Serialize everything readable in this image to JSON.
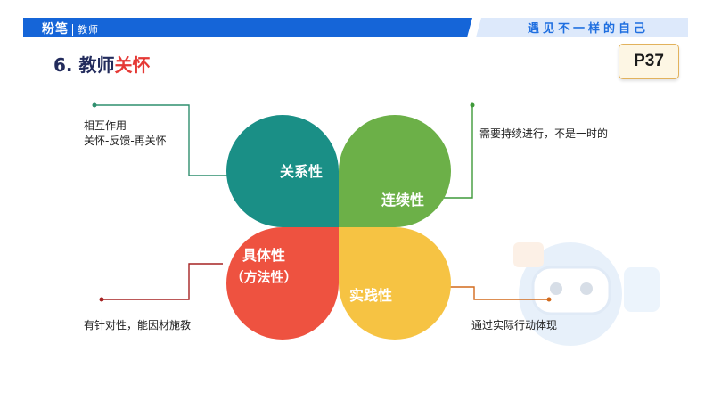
{
  "header": {
    "logo": "粉笔",
    "logo_sub": "教师",
    "slogan": "遇见不一样的自己"
  },
  "title": {
    "prefix": "6. 教师",
    "highlight": "关怀"
  },
  "page_label": "P37",
  "petals": {
    "guanxi": "关系性",
    "lianxu": "连续性",
    "juti_line1": "具体性",
    "juti_line2": "（方法性）",
    "shijian": "实践性"
  },
  "notes": {
    "top_left_line1": "相互作用",
    "top_left_line2": "关怀-反馈-再关怀",
    "top_right": "需要持续进行，不是一时的",
    "bottom_left": "有针对性，能因材施教",
    "bottom_right": "通过实际行动体现"
  },
  "colors": {
    "bar_blue": "#1565d8",
    "teal": "#1a8f86",
    "green": "#6cb048",
    "red": "#ee5240",
    "yellow": "#f6c343",
    "connector_teal": "#2f8f6e",
    "connector_green": "#3f9a3a",
    "connector_red": "#a52222",
    "connector_orange": "#d26a1c"
  },
  "decoration": "robot-mascot-watermark"
}
